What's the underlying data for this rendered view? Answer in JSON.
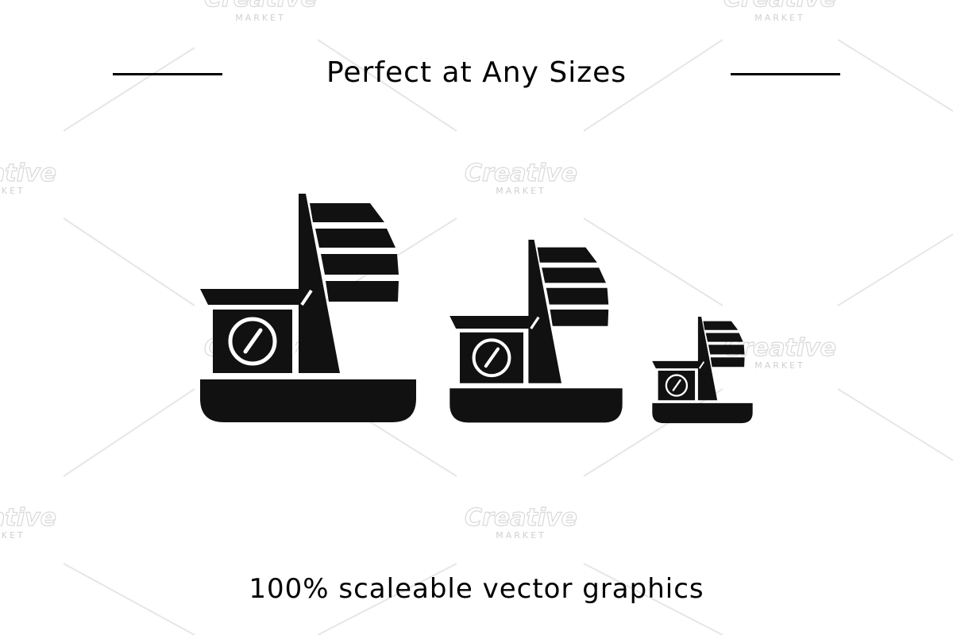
{
  "headline": "Perfect at Any Sizes",
  "caption": "100% scaleable vector graphics",
  "watermark": {
    "brand": "Creative",
    "sub": "MARKET"
  },
  "icon": {
    "name": "sailboat-with-scale-icon",
    "color": "#111111",
    "background": "#ffffff",
    "variants": [
      "large",
      "medium",
      "small"
    ]
  }
}
